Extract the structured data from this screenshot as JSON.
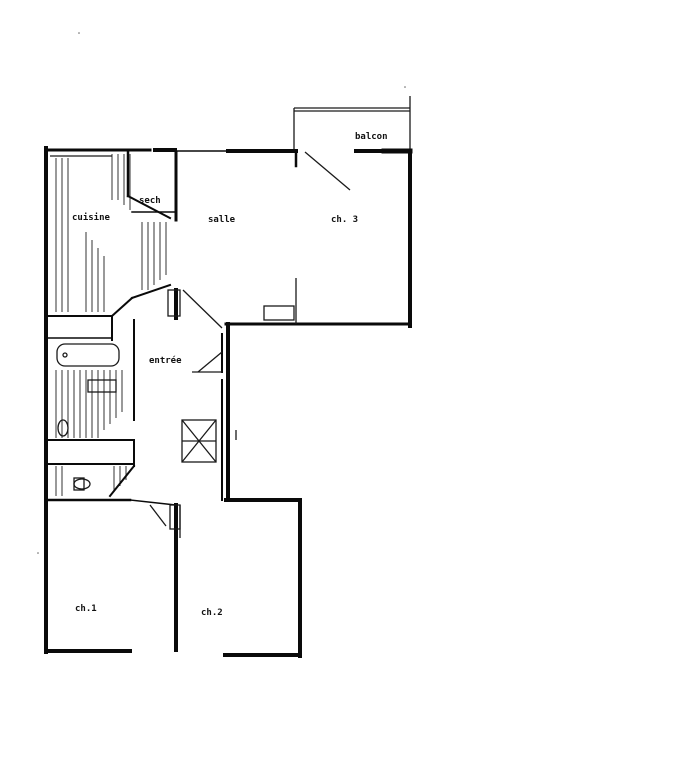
{
  "rooms": {
    "balcony": "balcon",
    "kitchen": "cuisine",
    "dryer": "sech",
    "living": "salle",
    "bedroom3": "ch. 3",
    "entrance": "entrée",
    "bedroom1": "ch.1",
    "bedroom2": "ch.2"
  },
  "colors": {
    "wall": "#0a0a0a",
    "background": "#ffffff"
  }
}
